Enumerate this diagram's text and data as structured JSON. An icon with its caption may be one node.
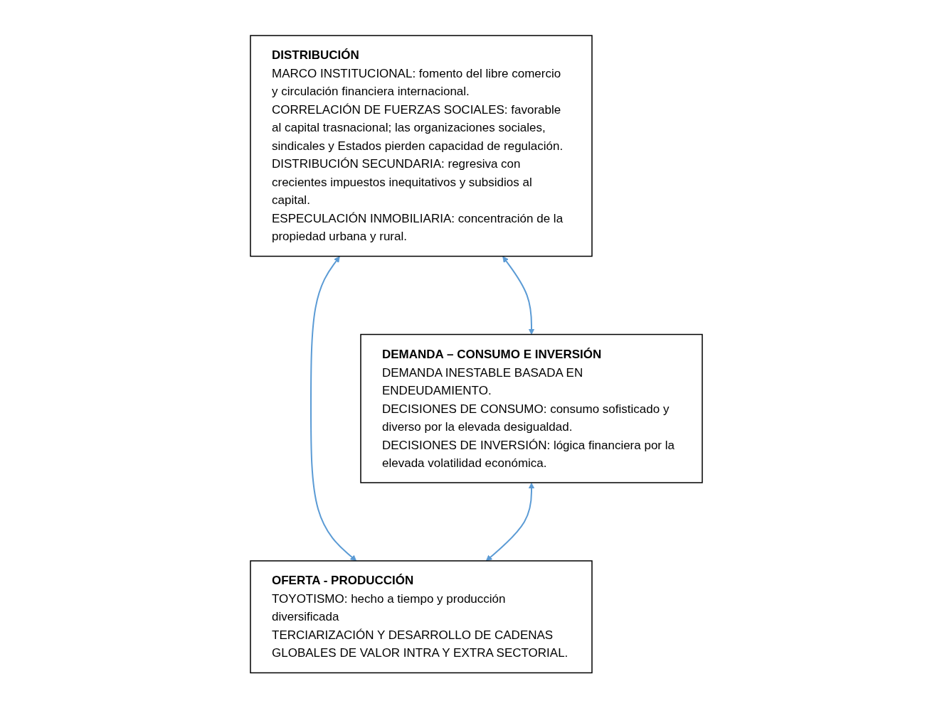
{
  "diagram": {
    "nodes": [
      {
        "text": [
          "DISTRIBUCIÓN",
          "MARCO INSTITUCIONAL: fomento del libre comercio y circulación financiera internacional.",
          "CORRELACIÓN DE FUERZAS SOCIALES: favorable al capital trasnacional; las organizaciones sociales, sindicales y Estados pierden capacidad de regulación.",
          "DISTRIBUCIÓN SECUNDARIA: regresiva con crecientes impuestos inequitativos y subsidios al capital.",
          "ESPECULACIÓN INMOBILIARIA: concentración de la propiedad urbana y rural."
        ]
      },
      {
        "text": [
          "DEMANDA – CONSUMO E INVERSIÓN",
          "DEMANDA INESTABLE BASADA EN ENDEUDAMIENTO.",
          "DECISIONES DE CONSUMO: consumo sofisticado y diverso por la elevada desigualdad.",
          "DECISIONES DE INVERSIÓN: lógica financiera por la elevada volatilidad económica."
        ]
      },
      {
        "text": [
          "OFERTA - PRODUCCIÓN",
          "TOYOTISMO: hecho a tiempo y producción diversificada",
          "TERCIARIZACIÓN Y DESARROLLO DE CADENAS GLOBALES DE VALOR INTRA Y EXTRA SECTORIAL."
        ]
      }
    ],
    "edges": [
      {
        "from": 0,
        "to": 1,
        "arrow": "both"
      },
      {
        "from": 0,
        "to": 2,
        "arrow": "both"
      },
      {
        "from": 1,
        "to": 2,
        "arrow": "both"
      }
    ]
  }
}
